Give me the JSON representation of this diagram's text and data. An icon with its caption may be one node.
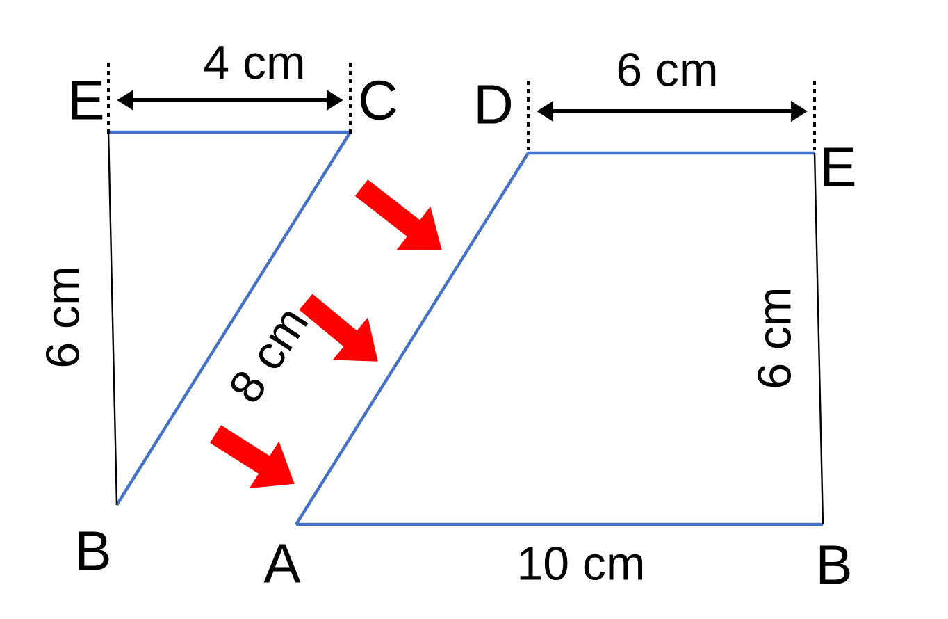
{
  "diagram": {
    "labels": [
      "E",
      "4 cm",
      "C",
      "D",
      "6 cm",
      "E",
      "6 cm",
      "8 cm",
      "6 cm",
      "B",
      "A",
      "10 cm",
      "B"
    ]
  }
}
